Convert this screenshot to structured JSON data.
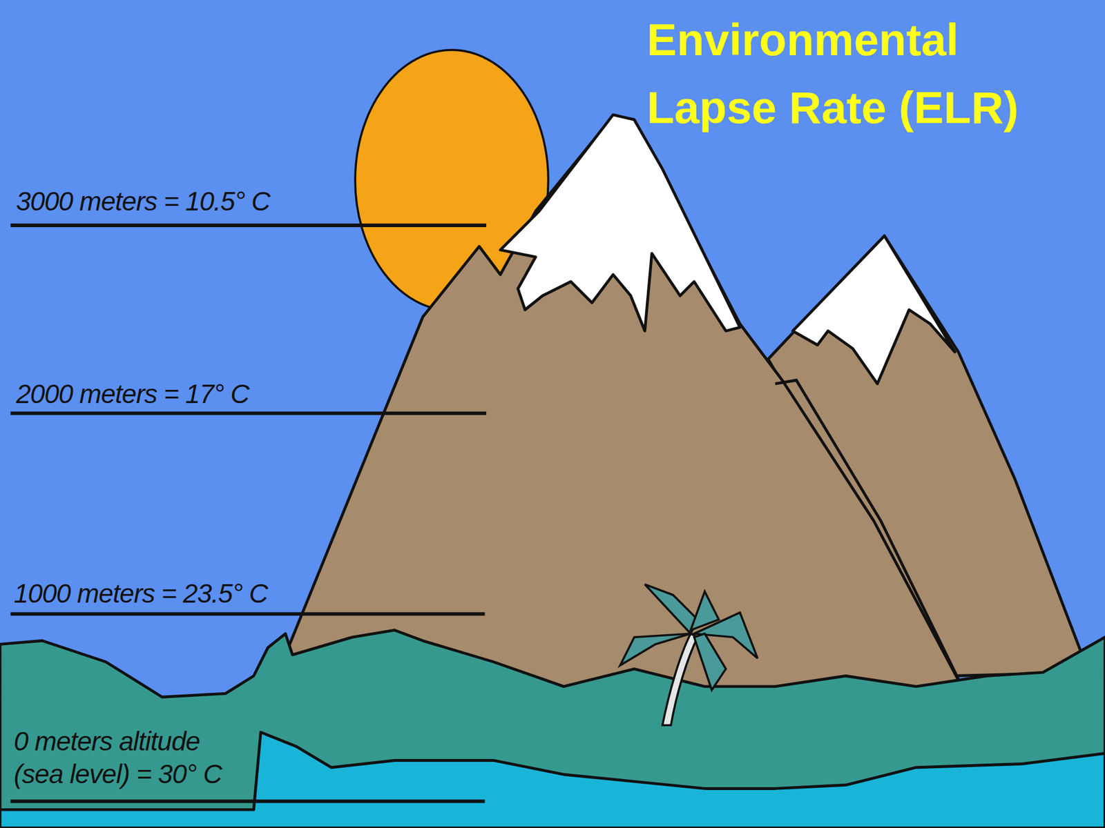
{
  "diagram": {
    "title": "Environmental Lapse Rate (ELR)",
    "labels": [
      "3000 meters = 10.5° C",
      "2000 meters = 17° C",
      "1000 meters = 23.5° C",
      "0 meters altitude (sea level) = 30° C"
    ]
  }
}
